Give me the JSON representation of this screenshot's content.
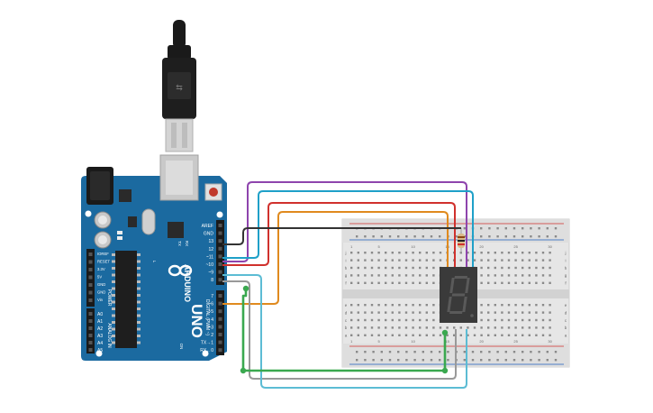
{
  "board": {
    "brand": "UNO",
    "logo_text": "ARDUINO",
    "header_left_pins": [
      "AREF",
      "GND",
      "13",
      "12",
      "~11",
      "~10",
      "~9",
      "8"
    ],
    "header_right_pins": [
      "7",
      "~6",
      "~5",
      "4",
      "~3",
      "2",
      "TX→1",
      "RX←0"
    ],
    "digital_label": "DIGITAL (PWM ~)",
    "power_pins": [
      "IOREF",
      "RESET",
      "3.3V",
      "5V",
      "GND",
      "GND",
      "Vin"
    ],
    "power_label": "POWER",
    "analog_pins": [
      "A0",
      "A1",
      "A2",
      "A3",
      "A4",
      "A5"
    ],
    "analog_label": "ANALOG IN",
    "small_labels": [
      "TX",
      "RX",
      "L",
      "ON"
    ]
  },
  "breadboard": {
    "row_letters_top": [
      "j",
      "i",
      "h",
      "g",
      "f"
    ],
    "row_letters_bottom": [
      "e",
      "d",
      "c",
      "b",
      "a"
    ],
    "column_numbers": [
      "1",
      "5",
      "10",
      "15",
      "20",
      "25",
      "30"
    ]
  },
  "colors": {
    "board": "#1b6aa0",
    "board_dark": "#14527c",
    "wire_purple": "#8e44ad",
    "wire_blue": "#1fa0c8",
    "wire_red": "#d0312d",
    "wire_orange": "#e08a1e",
    "wire_black": "#333333",
    "wire_green": "#3aa84f",
    "wire_gray": "#999999",
    "wire_lightblue": "#5cbcd4",
    "display": "#3a3a3a",
    "segment_off": "#5a5a5a"
  },
  "icons": [
    "usb-cable-icon",
    "reset-button-icon",
    "seven-segment-display-icon",
    "resistor-icon"
  ]
}
